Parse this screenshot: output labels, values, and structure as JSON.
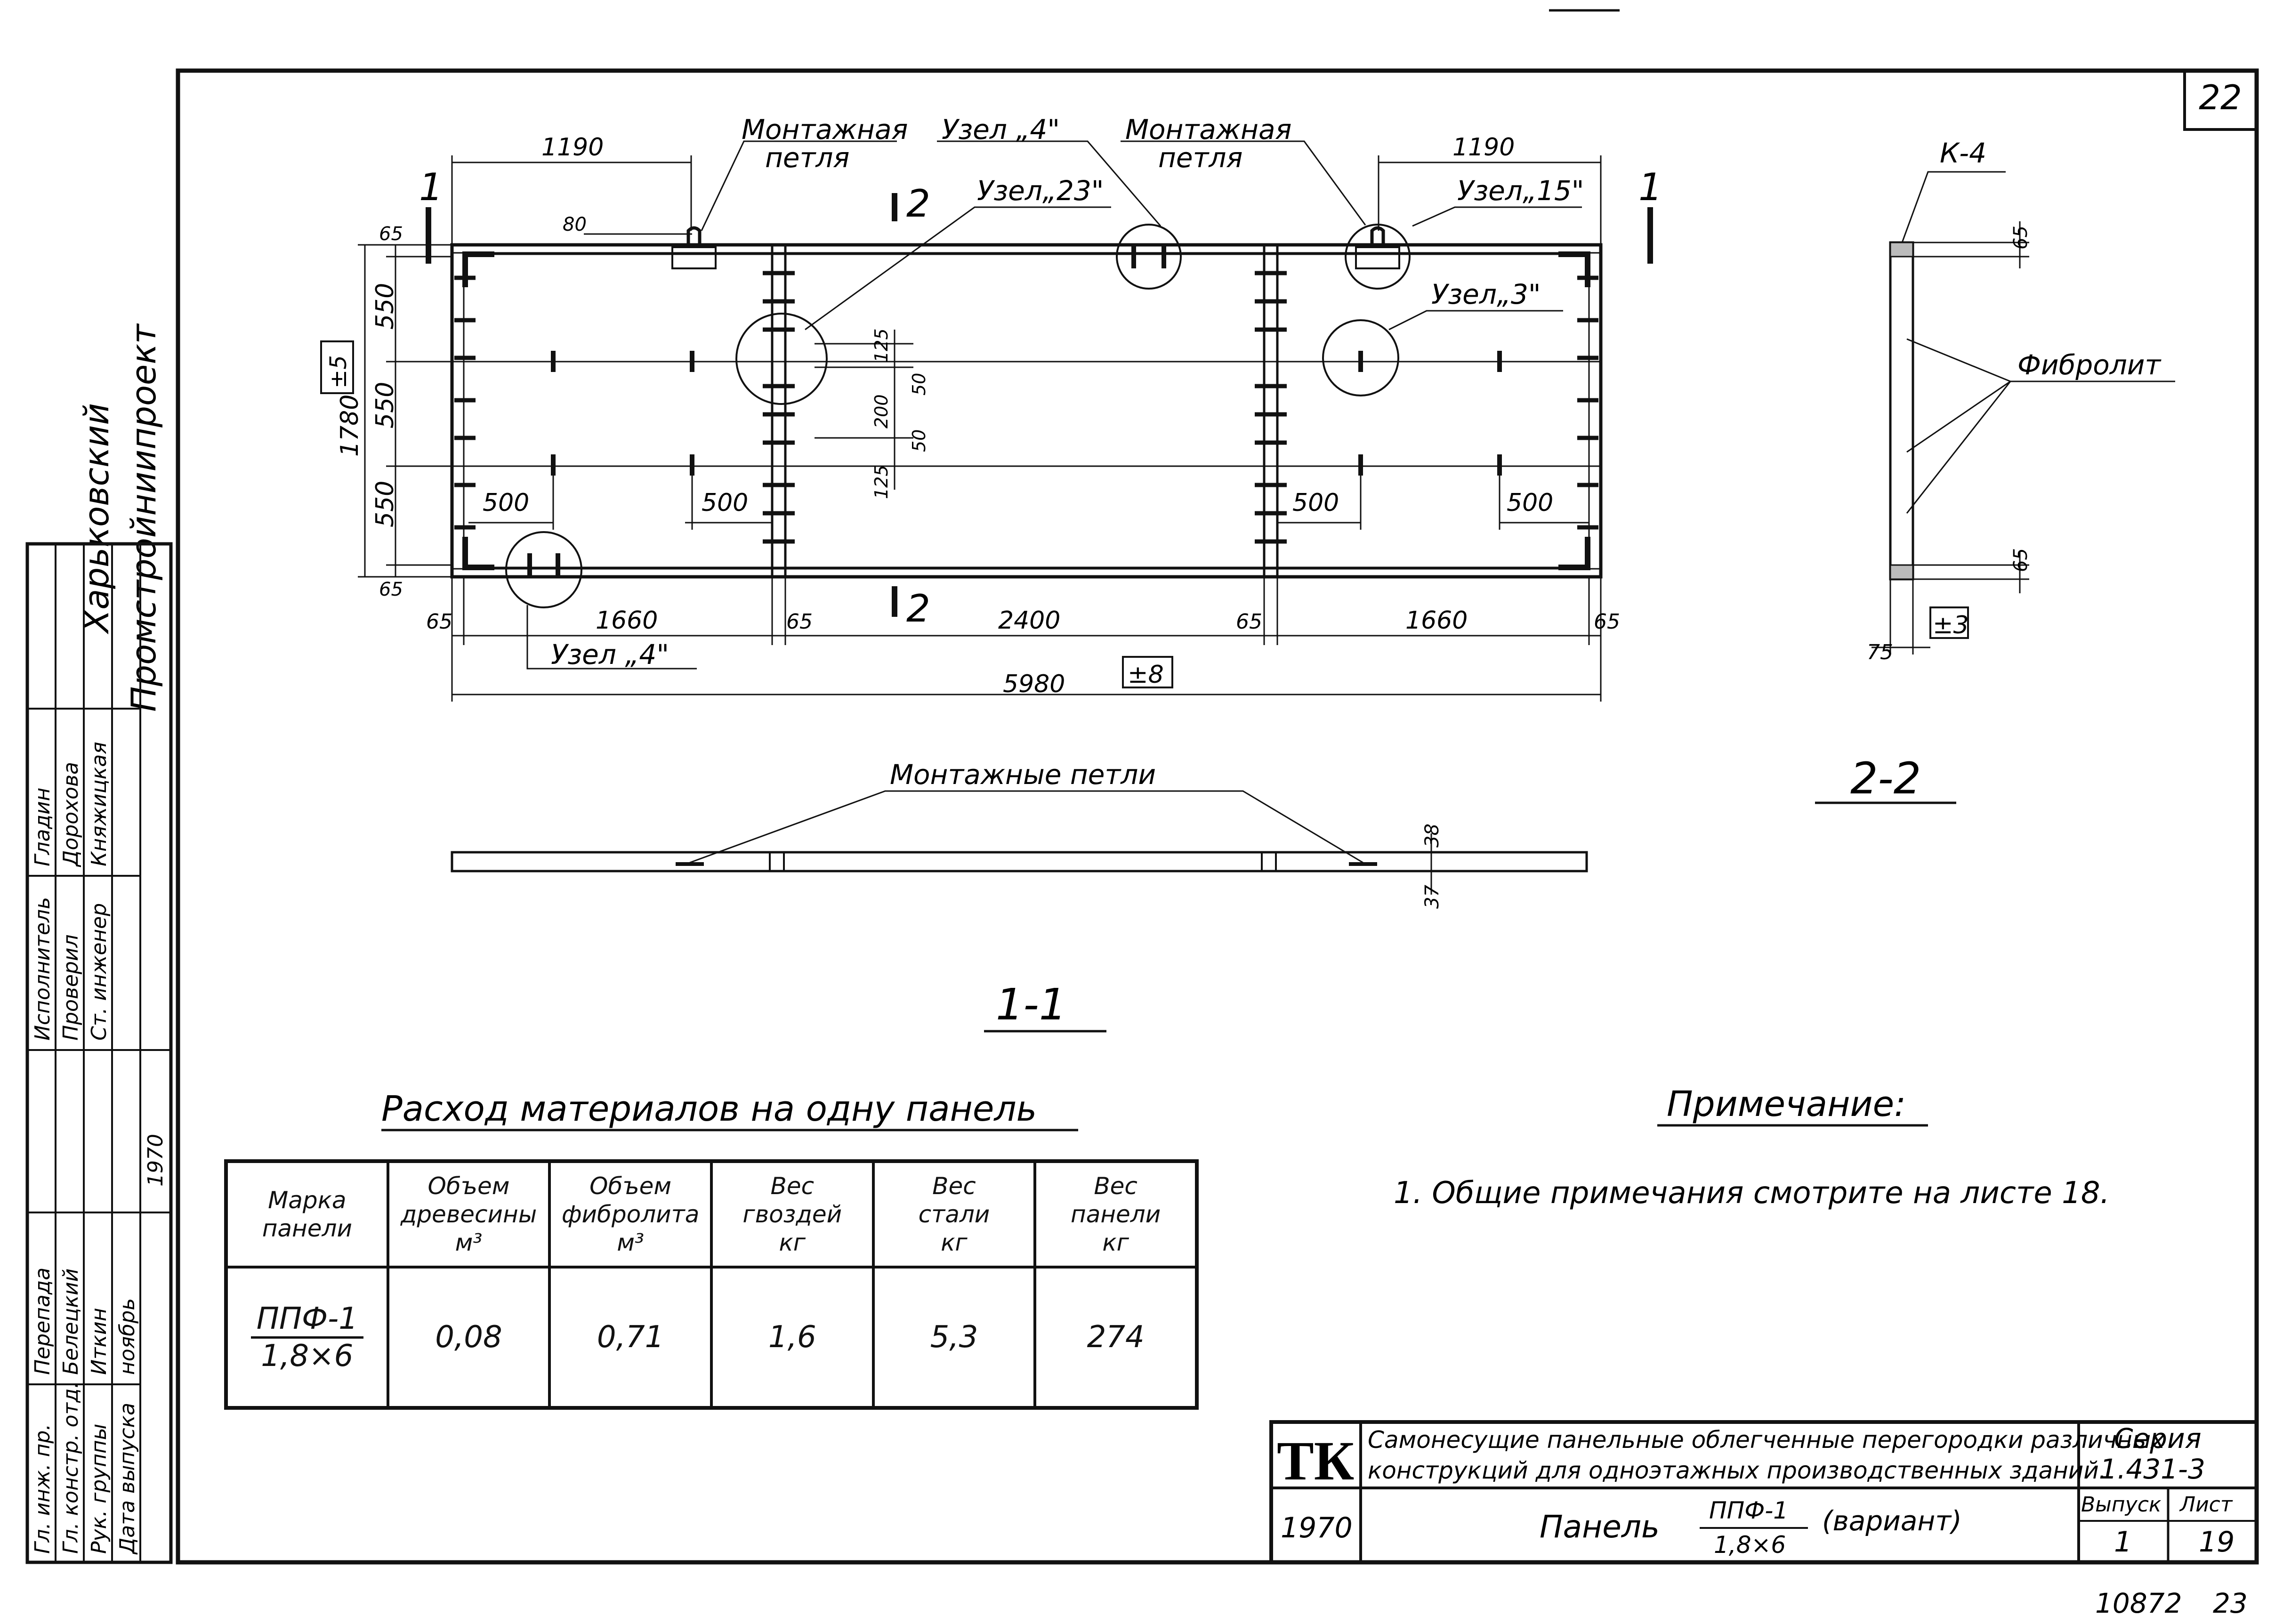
{
  "sheet_number": "22",
  "org_name_line1": "Харьковский",
  "org_name_line2": "Промстройниипроект",
  "page_footer": {
    "code": "10872",
    "page": "23"
  },
  "main_view": {
    "labels": {
      "loop_left": "Монтажная петля",
      "loop_left_l1": "Монтажная",
      "loop_left_l2": "петля",
      "loop_right_l1": "Монтажная",
      "loop_right_l2": "петля",
      "node4_top": "Узел „4\"",
      "node23": "Узел„23\"",
      "node15": "Узел„15\"",
      "node3": "Узел„3\"",
      "node4_bottom": "Узел „4\""
    },
    "section_marks": {
      "s1": "1",
      "s2": "2"
    },
    "dims": {
      "top_left": "1190",
      "top_right": "1190",
      "loop_height": "80",
      "height_total": "1780",
      "height_tol": "±5",
      "v1": "550",
      "v2": "550",
      "v3": "550",
      "edge_top": "65",
      "edge_bottom": "65",
      "inner_125a": "125",
      "inner_50a": "50",
      "inner_200": "200",
      "inner_50b": "50",
      "inner_125b": "125",
      "sp500a": "500",
      "sp500b": "500",
      "sp500c": "500",
      "sp500d": "500",
      "b65a": "65",
      "b1660a": "1660",
      "b65b": "65",
      "b2400": "2400",
      "b65c": "65",
      "b1660b": "1660",
      "b65d": "65",
      "total": "5980",
      "total_tol": "±8"
    }
  },
  "section_2_2": {
    "title": "2-2",
    "k4": "К-4",
    "material": "Фибролит",
    "dim_top": "65",
    "dim_bottom": "65",
    "thickness": "75",
    "tol": "±3"
  },
  "section_1_1": {
    "title": "1-1",
    "label": "Монтажные петли",
    "dim_a": "38",
    "dim_b": "37"
  },
  "materials": {
    "title": "Расход материалов на одну панель",
    "headers": [
      {
        "l1": "Марка",
        "l2": "панели",
        "l3": ""
      },
      {
        "l1": "Объем",
        "l2": "древесины",
        "l3": "м³"
      },
      {
        "l1": "Объем",
        "l2": "фибролита",
        "l3": "м³"
      },
      {
        "l1": "Вес",
        "l2": "гвоздей",
        "l3": "кг"
      },
      {
        "l1": "Вес",
        "l2": "стали",
        "l3": "кг"
      },
      {
        "l1": "Вес",
        "l2": "панели",
        "l3": "кг"
      }
    ],
    "row": {
      "mark_top": "ППФ-1",
      "mark_bottom": "1,8×6",
      "wood": "0,08",
      "fibro": "0,71",
      "nails": "1,6",
      "steel": "5,3",
      "panel": "274"
    }
  },
  "note": {
    "title": "Примечание:",
    "text": "1. Общие примечания смотрите на листе 18."
  },
  "title_block": {
    "logo": "ТК",
    "desc_l1": "Самонесущие панельные облегченные перегородки различных",
    "desc_l2": "конструкций для одноэтажных производственных зданий.",
    "series_label": "Серия",
    "series_value": "1.431-3",
    "year": "1970",
    "name_prefix": "Панель",
    "name_top": "ППФ-1",
    "name_bottom": "1,8×6",
    "name_suffix": "(вариант)",
    "issue_label": "Выпуск",
    "issue_value": "1",
    "sheet_label": "Лист",
    "sheet_value": "19"
  },
  "stamp": {
    "roles": [
      "Гл. инж. пр.",
      "Гл. констр. отд.",
      "Рук. группы",
      "Дата выпуска"
    ],
    "names": [
      "Перепада",
      "Белецкий",
      "Иткин",
      "ноябрь"
    ],
    "date_year": "1970",
    "performers_role": [
      "Исполнитель",
      "Проверил",
      "Ст. инженер"
    ],
    "performers_name": [
      "Гладин",
      "Дорохова",
      "Княжицкая"
    ]
  }
}
